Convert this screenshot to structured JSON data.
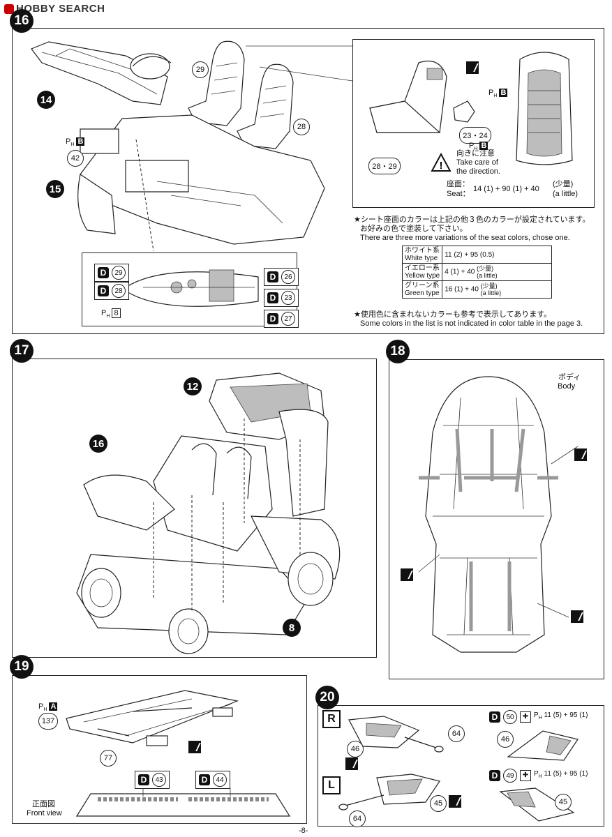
{
  "header": {
    "logo_text": "HOBBY SEARCH"
  },
  "page_number": "-8-",
  "steps": {
    "s16": "16",
    "s17": "17",
    "s18": "18",
    "s19": "19",
    "s20": "20"
  },
  "step16": {
    "parts": {
      "p14": "14",
      "p15": "15",
      "p29": "29",
      "p28": "28",
      "p42": "42",
      "p2829": "28・29",
      "p2324": "23・24"
    },
    "ph_b_label": "B",
    "caution_jp": "向きに注意",
    "caution_en1": "Take care of",
    "caution_en2": "the direction.",
    "seat_jp": "座面：",
    "seat_en": "Seat：",
    "seat_formula": "14 (1) + 90 (1) + 40",
    "seat_little_jp": "(少量)",
    "seat_little_en": "(a little)",
    "note1_jp": "★シート座面のカラーは上記の他３色のカラーが設定されています。",
    "note1_jp2": "お好みの色で塗装して下さい。",
    "note1_en": "There are three more variations of the seat colors, chose one.",
    "color_table": [
      {
        "jp": "ホワイト系",
        "en": "White type",
        "formula": "11 (2) + 95 (0.5)",
        "little_jp": "",
        "little_en": ""
      },
      {
        "jp": "イエロー系",
        "en": "Yellow type",
        "formula": "4 (1) + 40",
        "little_jp": "(少量)",
        "little_en": "(a little)"
      },
      {
        "jp": "グリーン系",
        "en": "Green type",
        "formula": "16 (1) + 40",
        "little_jp": "(少量)",
        "little_en": "(a little)"
      }
    ],
    "note2_jp": "★使用色に含まれないカラーも参考で表示してあります。",
    "note2_en": "Some colors in the list is not indicated in color table in the page 3.",
    "decals": {
      "d29": "29",
      "d28": "28",
      "d26": "26",
      "d23": "23",
      "d27": "27",
      "d_tag": "D"
    },
    "ph8": "8"
  },
  "step17": {
    "parts": {
      "p12": "12",
      "p16": "16",
      "p8": "8"
    }
  },
  "step18": {
    "body_jp": "ボディ",
    "body_en": "Body"
  },
  "step19": {
    "parts": {
      "p137": "137",
      "p77": "77"
    },
    "ph_a_label": "A",
    "decal_43": "43",
    "decal_44": "44",
    "d_tag": "D",
    "front_view_jp": "正面図",
    "front_view_en": "Front view"
  },
  "step20": {
    "right_label": "R",
    "left_label": "L",
    "parts": {
      "p64a": "64",
      "p46a": "46",
      "p46b": "46",
      "p64b": "64",
      "p45a": "45",
      "p45b": "45"
    },
    "decal_50": "50",
    "decal_49": "49",
    "d_tag": "D",
    "formula": "11 (5) + 95 (1)"
  },
  "icons": [
    "paint-brush-icon",
    "caution-triangle-icon",
    "mask-paint-icon"
  ]
}
